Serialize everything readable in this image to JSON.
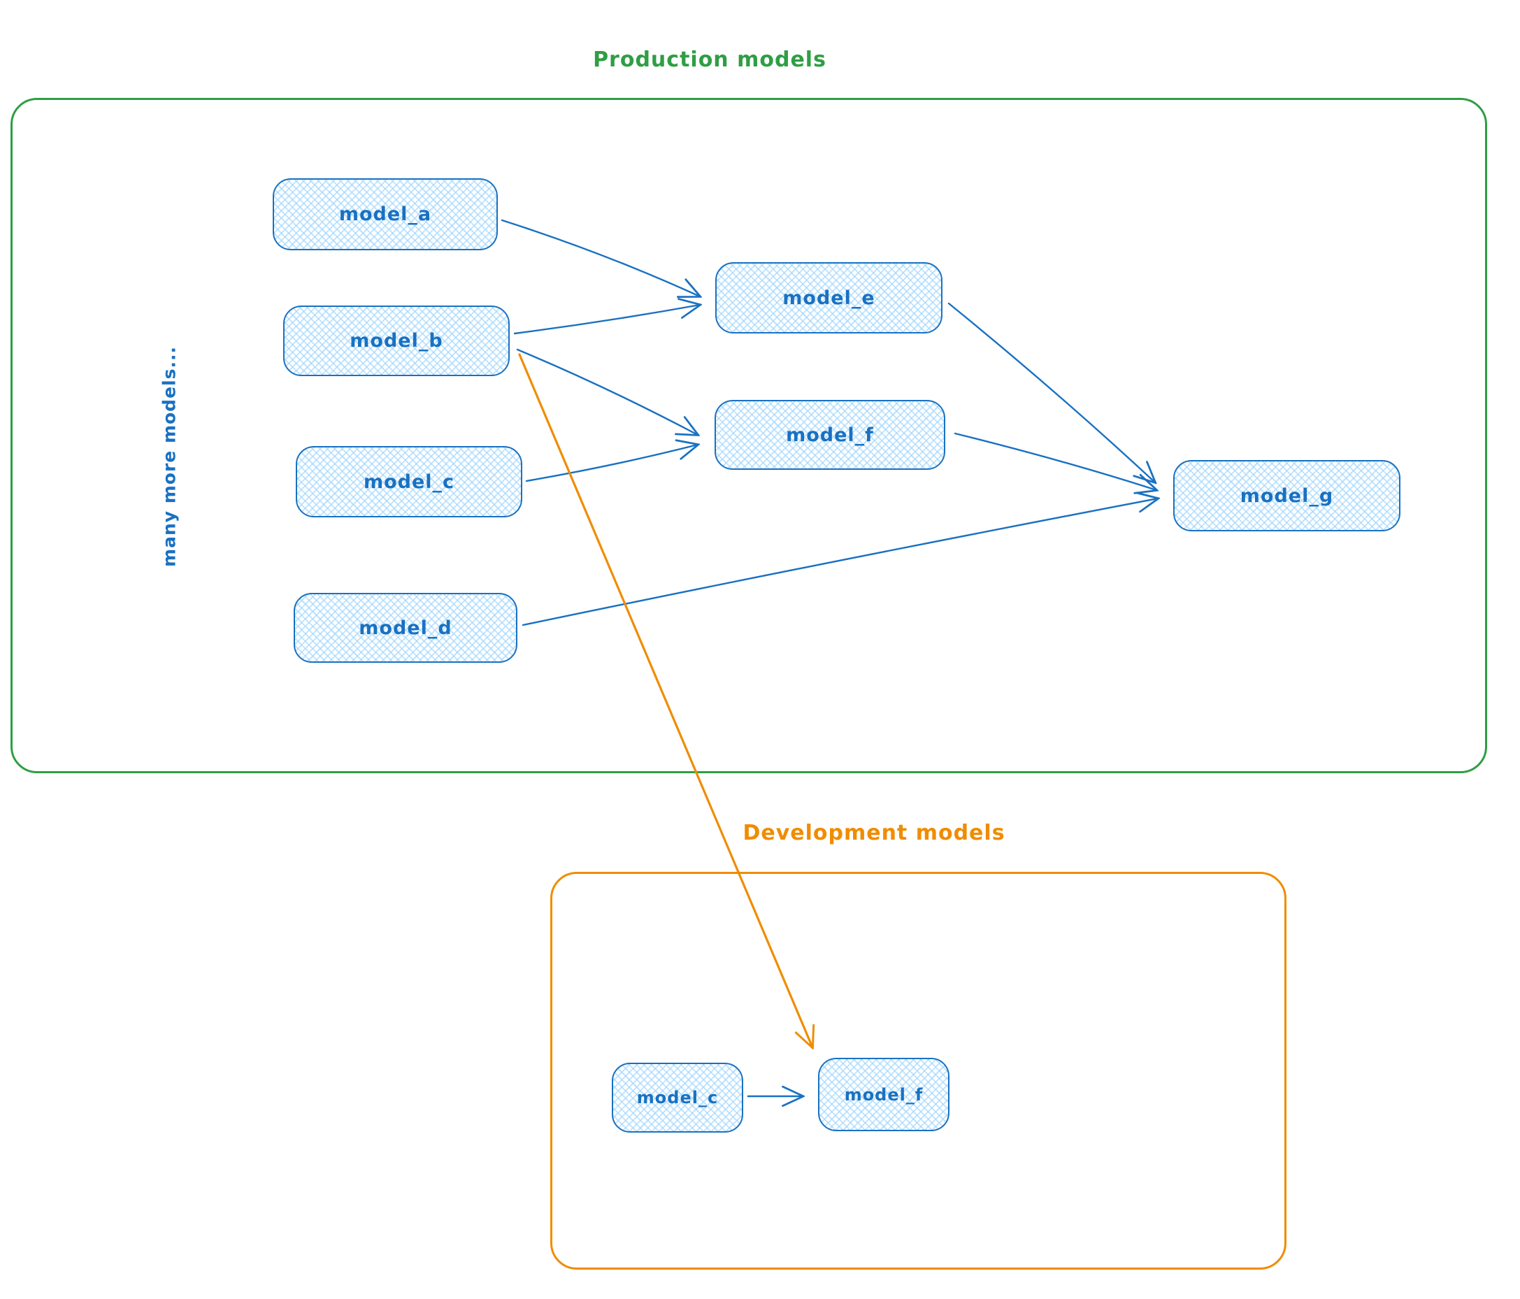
{
  "colors": {
    "node_stroke_blue": "#1971c2",
    "node_fill_light_blue": "#a5d8ff",
    "production_green": "#2f9e44",
    "development_orange": "#f08c00"
  },
  "production": {
    "title": "Production models",
    "side_note": "many more models...",
    "nodes": {
      "model_a": {
        "label": "model_a"
      },
      "model_b": {
        "label": "model_b"
      },
      "model_c": {
        "label": "model_c"
      },
      "model_d": {
        "label": "model_d"
      },
      "model_e": {
        "label": "model_e"
      },
      "model_f": {
        "label": "model_f"
      },
      "model_g": {
        "label": "model_g"
      }
    }
  },
  "development": {
    "title": "Development models",
    "nodes": {
      "model_c": {
        "label": "model_c"
      },
      "model_f": {
        "label": "model_f"
      }
    }
  },
  "edges": [
    {
      "from": "production.model_a",
      "to": "production.model_e",
      "color": "blue"
    },
    {
      "from": "production.model_b",
      "to": "production.model_e",
      "color": "blue"
    },
    {
      "from": "production.model_b",
      "to": "production.model_f",
      "color": "blue"
    },
    {
      "from": "production.model_c",
      "to": "production.model_f",
      "color": "blue"
    },
    {
      "from": "production.model_e",
      "to": "production.model_g",
      "color": "blue"
    },
    {
      "from": "production.model_f",
      "to": "production.model_g",
      "color": "blue"
    },
    {
      "from": "production.model_d",
      "to": "production.model_g",
      "color": "blue"
    },
    {
      "from": "production.model_b",
      "to": "development.model_f",
      "color": "orange"
    },
    {
      "from": "development.model_c",
      "to": "development.model_f",
      "color": "blue"
    }
  ]
}
